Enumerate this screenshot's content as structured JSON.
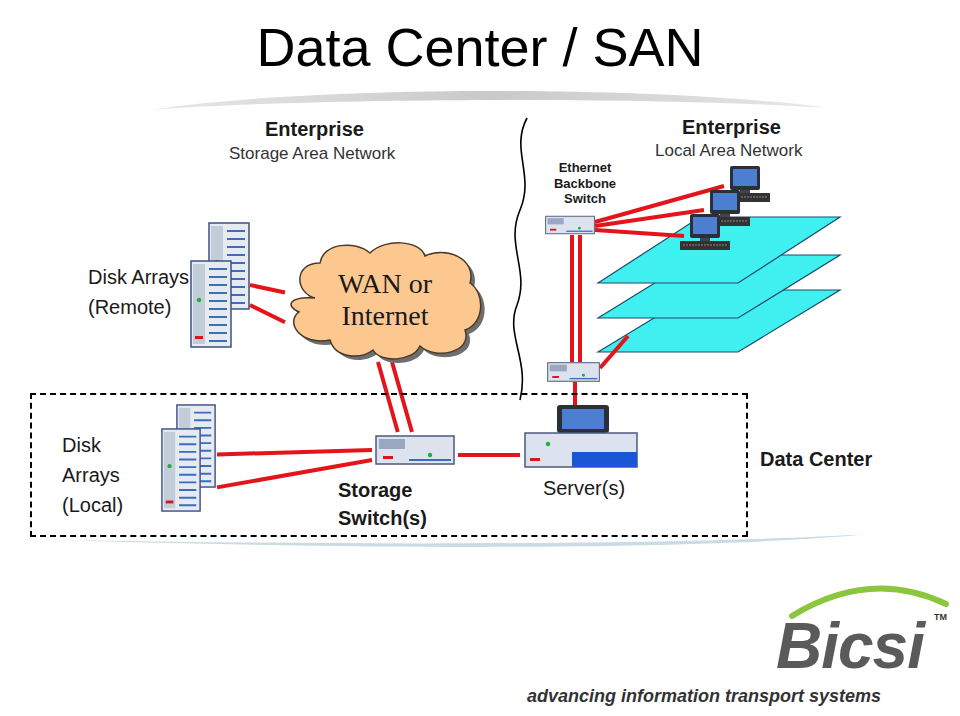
{
  "diagram": {
    "title": "Data Center / SAN",
    "nodes": [
      {
        "text": [
          "Data Center"
        ]
      },
      {
        "text": [
          "Disk Arrays (Local)"
        ],
        "in": 0
      },
      {
        "text": [
          "Storage Switch(s)"
        ],
        "in": 0
      },
      {
        "text": [
          "Server(s)"
        ],
        "in": 0
      },
      {
        "text": [
          "Disk Arrays (Remote)"
        ]
      },
      {
        "text": [
          "WAN or Internet"
        ]
      },
      {
        "text": [
          "Ethernet Backbone Switch"
        ]
      }
    ],
    "edges": [
      {
        "from": 1,
        "to": 2,
        "arrow": "none"
      },
      {
        "from": 4,
        "to": 5,
        "arrow": "none"
      },
      {
        "from": 5,
        "to": 2,
        "arrow": "none"
      },
      {
        "from": 2,
        "to": 3,
        "arrow": "none"
      }
    ],
    "labels": [
      "Enterprise",
      "Storage Area Network",
      "Enterprise",
      "Local Area Network",
      "Bicsi",
      "TM",
      "advancing information transport systems"
    ]
  }
}
